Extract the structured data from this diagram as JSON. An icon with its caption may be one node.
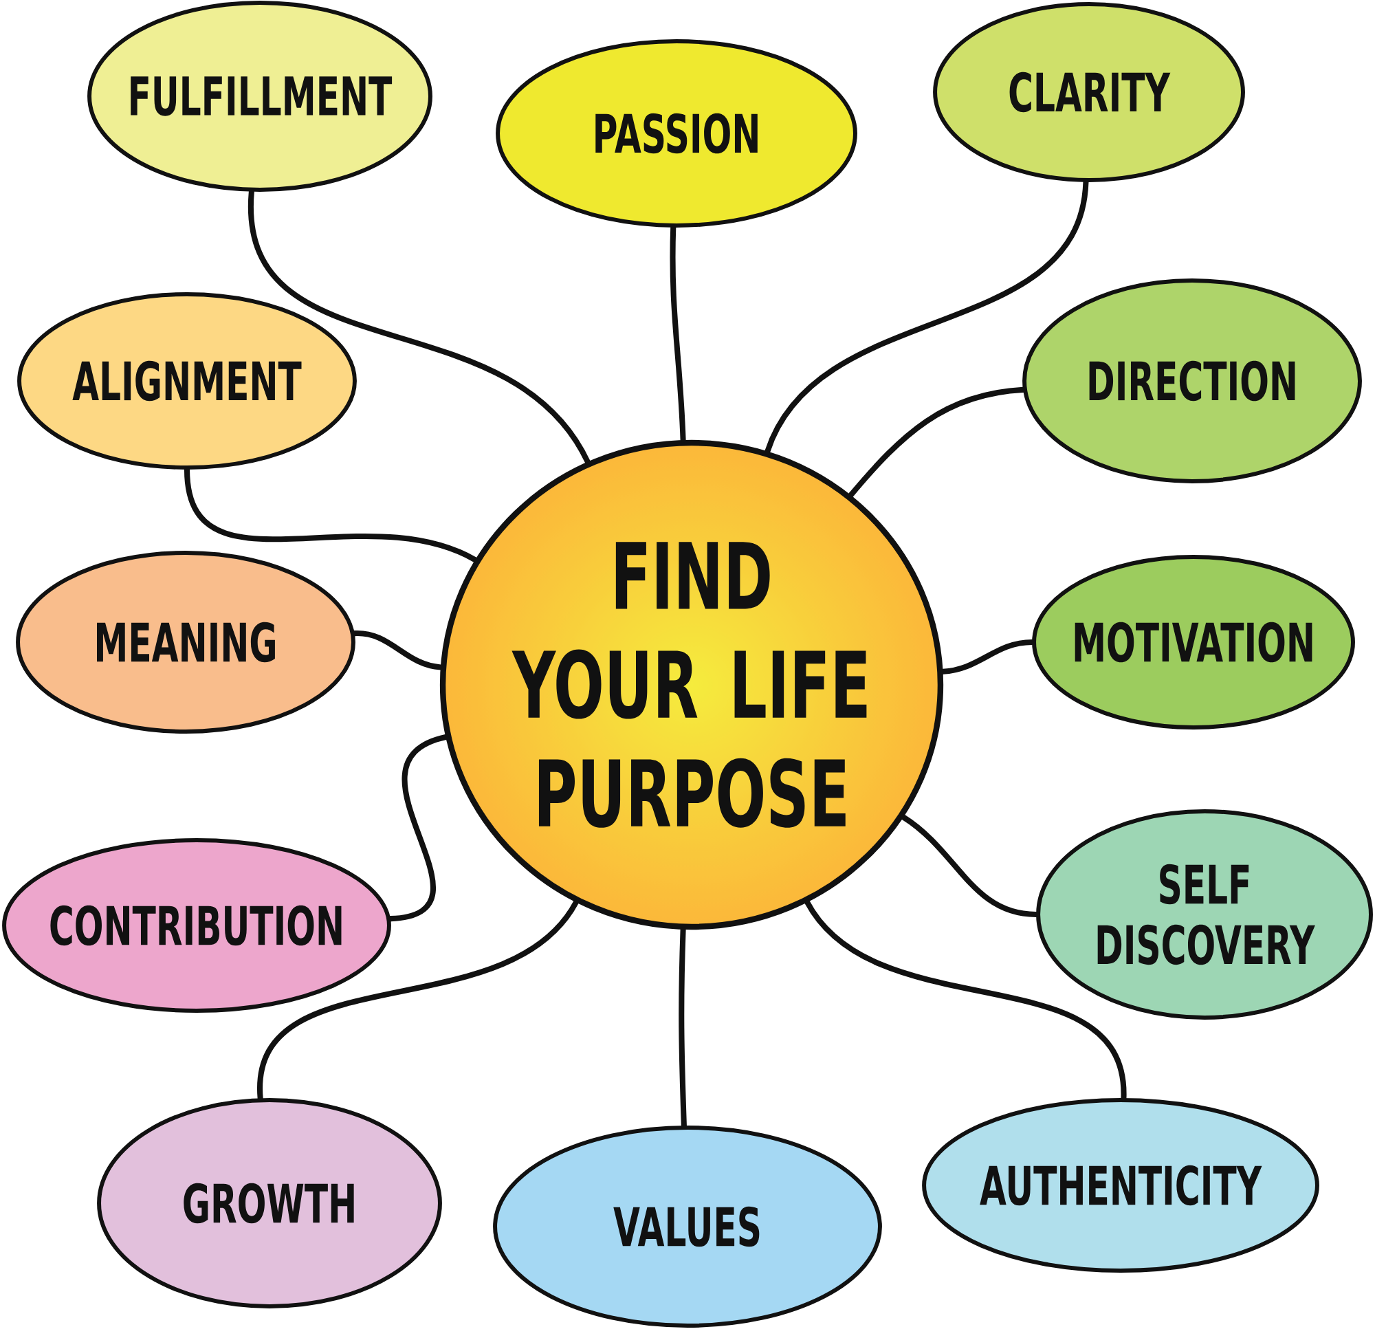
{
  "diagram": {
    "nodes": [
      {
        "text": [
          "FIND YOUR LIFE PURPOSE"
        ]
      },
      {
        "text": [
          "FULFILLMENT"
        ]
      },
      {
        "text": [
          "PASSION"
        ]
      },
      {
        "text": [
          "CLARITY"
        ]
      },
      {
        "text": [
          "ALIGNMENT"
        ]
      },
      {
        "text": [
          "DIRECTION"
        ]
      },
      {
        "text": [
          "MEANING"
        ]
      },
      {
        "text": [
          "MOTIVATION"
        ]
      },
      {
        "text": [
          "CONTRIBUTION"
        ]
      },
      {
        "text": [
          "SELF DISCOVERY"
        ]
      },
      {
        "text": [
          "GROWTH"
        ]
      },
      {
        "text": [
          "VALUES"
        ]
      },
      {
        "text": [
          "AUTHENTICITY"
        ]
      }
    ],
    "edges": [
      {
        "from": 0,
        "to": 1,
        "arrow": "none"
      },
      {
        "from": 0,
        "to": 2,
        "arrow": "none"
      },
      {
        "from": 0,
        "to": 3,
        "arrow": "none"
      },
      {
        "from": 0,
        "to": 4,
        "arrow": "none"
      },
      {
        "from": 0,
        "to": 5,
        "arrow": "none"
      },
      {
        "from": 0,
        "to": 6,
        "arrow": "none"
      },
      {
        "from": 0,
        "to": 7,
        "arrow": "none"
      },
      {
        "from": 0,
        "to": 8,
        "arrow": "none"
      },
      {
        "from": 0,
        "to": 9,
        "arrow": "none"
      },
      {
        "from": 0,
        "to": 10,
        "arrow": "none"
      },
      {
        "from": 0,
        "to": 11,
        "arrow": "none"
      },
      {
        "from": 0,
        "to": 12,
        "arrow": "none"
      }
    ]
  }
}
